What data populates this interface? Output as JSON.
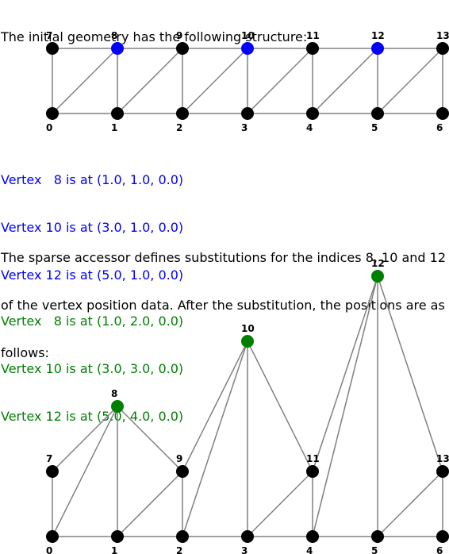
{
  "intro": {
    "text": "The initial geometry has the following structure:"
  },
  "initial_vertex_lines": [
    "Vertex   8 is at (1.0, 1.0, 0.0)",
    "Vertex 10 is at (3.0, 1.0, 0.0)",
    "Vertex 12 is at (5.0, 1.0, 0.0)"
  ],
  "sparse_description": [
    "The sparse accessor defines substitutions for the indices 8, 10 and 12",
    "of the vertex position data. After the substitution, the positions are as",
    "follows:"
  ],
  "substituted_vertex_lines": [
    "Vertex   8 is at (1.0, 2.0, 0.0)",
    "Vertex 10 is at (3.0, 3.0, 0.0)",
    "Vertex 12 is at (5.0, 4.0, 0.0)"
  ],
  "colors": {
    "normal_vertex": "#000000",
    "initial_highlight": "#0000ff",
    "substituted_highlight": "#008000",
    "edge": "#808080"
  },
  "initial_mesh": {
    "vertices": [
      {
        "id": "0",
        "x": 0.0,
        "y": 0.0,
        "highlight": false
      },
      {
        "id": "1",
        "x": 1.0,
        "y": 0.0,
        "highlight": false
      },
      {
        "id": "2",
        "x": 2.0,
        "y": 0.0,
        "highlight": false
      },
      {
        "id": "3",
        "x": 3.0,
        "y": 0.0,
        "highlight": false
      },
      {
        "id": "4",
        "x": 4.0,
        "y": 0.0,
        "highlight": false
      },
      {
        "id": "5",
        "x": 5.0,
        "y": 0.0,
        "highlight": false
      },
      {
        "id": "6",
        "x": 6.0,
        "y": 0.0,
        "highlight": false
      },
      {
        "id": "7",
        "x": 0.0,
        "y": 1.0,
        "highlight": false
      },
      {
        "id": "8",
        "x": 1.0,
        "y": 1.0,
        "highlight": true
      },
      {
        "id": "9",
        "x": 2.0,
        "y": 1.0,
        "highlight": false
      },
      {
        "id": "10",
        "x": 3.0,
        "y": 1.0,
        "highlight": true
      },
      {
        "id": "11",
        "x": 4.0,
        "y": 1.0,
        "highlight": false
      },
      {
        "id": "12",
        "x": 5.0,
        "y": 1.0,
        "highlight": true
      },
      {
        "id": "13",
        "x": 6.0,
        "y": 1.0,
        "highlight": false
      }
    ]
  },
  "substituted_mesh": {
    "vertices": [
      {
        "id": "0",
        "x": 0.0,
        "y": 0.0,
        "highlight": false
      },
      {
        "id": "1",
        "x": 1.0,
        "y": 0.0,
        "highlight": false
      },
      {
        "id": "2",
        "x": 2.0,
        "y": 0.0,
        "highlight": false
      },
      {
        "id": "3",
        "x": 3.0,
        "y": 0.0,
        "highlight": false
      },
      {
        "id": "4",
        "x": 4.0,
        "y": 0.0,
        "highlight": false
      },
      {
        "id": "5",
        "x": 5.0,
        "y": 0.0,
        "highlight": false
      },
      {
        "id": "6",
        "x": 6.0,
        "y": 0.0,
        "highlight": false
      },
      {
        "id": "7",
        "x": 0.0,
        "y": 1.0,
        "highlight": false
      },
      {
        "id": "8",
        "x": 1.0,
        "y": 2.0,
        "highlight": true
      },
      {
        "id": "9",
        "x": 2.0,
        "y": 1.0,
        "highlight": false
      },
      {
        "id": "10",
        "x": 3.0,
        "y": 3.0,
        "highlight": true
      },
      {
        "id": "11",
        "x": 4.0,
        "y": 1.0,
        "highlight": false
      },
      {
        "id": "12",
        "x": 5.0,
        "y": 4.0,
        "highlight": true
      },
      {
        "id": "13",
        "x": 6.0,
        "y": 1.0,
        "highlight": false
      }
    ]
  },
  "edges": [
    [
      "0",
      "7"
    ],
    [
      "7",
      "8"
    ],
    [
      "0",
      "8"
    ],
    [
      "0",
      "1"
    ],
    [
      "1",
      "8"
    ],
    [
      "8",
      "9"
    ],
    [
      "1",
      "9"
    ],
    [
      "1",
      "2"
    ],
    [
      "2",
      "9"
    ],
    [
      "9",
      "10"
    ],
    [
      "2",
      "10"
    ],
    [
      "2",
      "3"
    ],
    [
      "3",
      "10"
    ],
    [
      "10",
      "11"
    ],
    [
      "3",
      "11"
    ],
    [
      "3",
      "4"
    ],
    [
      "4",
      "11"
    ],
    [
      "11",
      "12"
    ],
    [
      "4",
      "12"
    ],
    [
      "4",
      "5"
    ],
    [
      "5",
      "12"
    ],
    [
      "12",
      "13"
    ],
    [
      "5",
      "13"
    ],
    [
      "5",
      "6"
    ],
    [
      "6",
      "13"
    ]
  ]
}
